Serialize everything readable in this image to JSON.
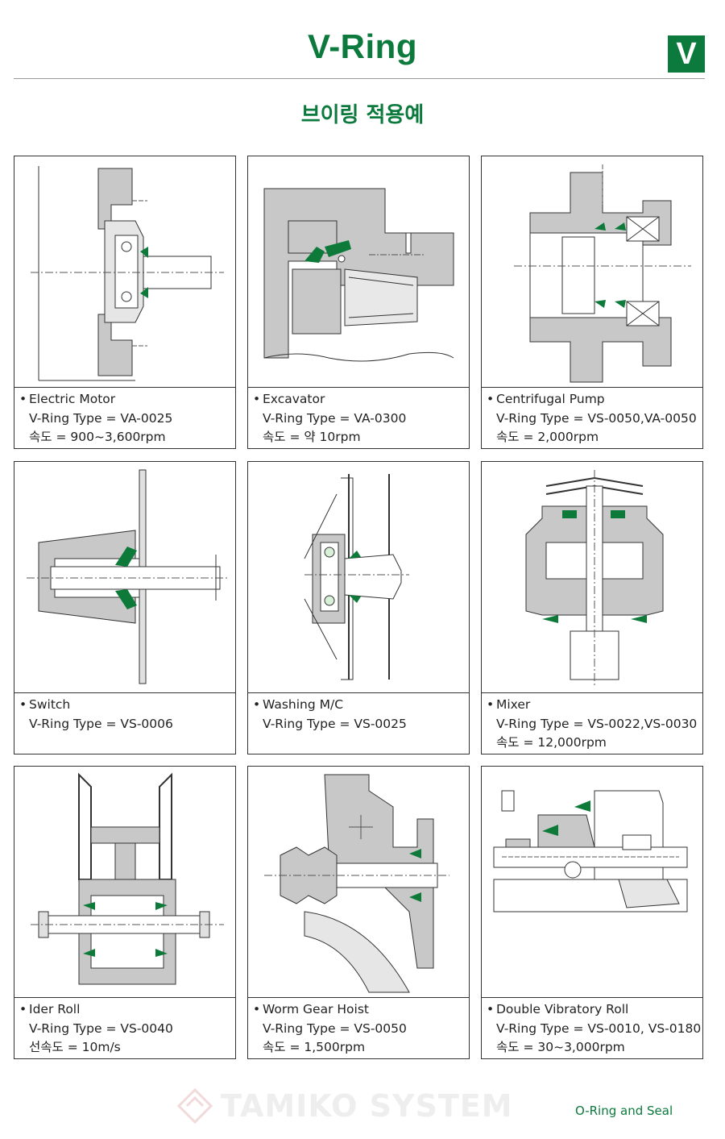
{
  "header": {
    "title": "V-Ring",
    "logo_letter": "V",
    "subtitle": "브이링 적용예"
  },
  "colors": {
    "brand_green": "#0b7a3c",
    "seal_green": "#0d7a3a",
    "part_gray": "#c8c8c8"
  },
  "cards": [
    {
      "name": "Electric Motor",
      "type": "V-Ring Type = VA-0025",
      "extra": "속도 = 900~3,600rpm"
    },
    {
      "name": "Excavator",
      "type": "V-Ring Type =  VA-0300",
      "extra": "속도 = 약 10rpm"
    },
    {
      "name": "Centrifugal Pump",
      "type": "V-Ring Type = VS-0050,VA-0050",
      "extra": "속도 = 2,000rpm"
    },
    {
      "name": "Switch",
      "type": "V-Ring Type = VS-0006",
      "extra": ""
    },
    {
      "name": "Washing M/C",
      "type": "V-Ring Type = VS-0025",
      "extra": ""
    },
    {
      "name": "Mixer",
      "type": "V-Ring Type = VS-0022,VS-0030",
      "extra": "속도 = 12,000rpm"
    },
    {
      "name": "Ider Roll",
      "type": "V-Ring Type = VS-0040",
      "extra": "선속도 = 10m/s"
    },
    {
      "name": "Worm Gear Hoist",
      "type": "V-Ring Type = VS-0050",
      "extra": "속도 = 1,500rpm"
    },
    {
      "name": "Double Vibratory Roll",
      "type": "V-Ring Type = VS-0010, VS-0180",
      "extra": "속도 = 30~3,000rpm"
    }
  ],
  "watermark": "TAMIKO SYSTEM",
  "footer": "O-Ring and Seal"
}
